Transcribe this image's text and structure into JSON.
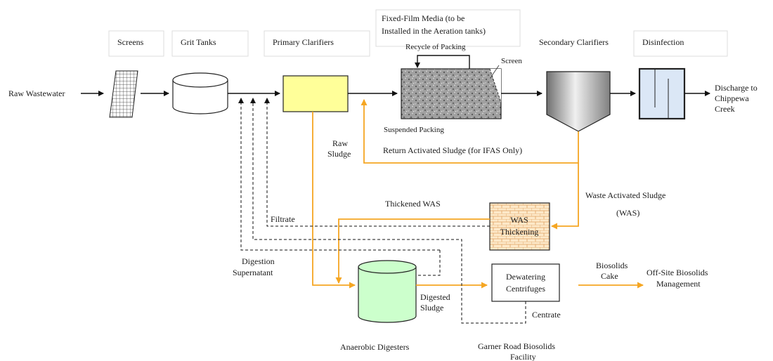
{
  "headers": {
    "screens": "Screens",
    "grit_tanks": "Grit Tanks",
    "primary_clarifiers": "Primary Clarifiers",
    "fixed_film_1": "Fixed-Film Media (to be",
    "fixed_film_2": "Installed in the Aeration tanks)",
    "secondary_clarifiers": "Secondary Clarifiers",
    "disinfection": "Disinfection"
  },
  "labels": {
    "raw_wastewater": "Raw Wastewater",
    "recycle_of_packing": "Recycle of Packing",
    "screen": "Screen",
    "suspended_packing": "Suspended Packing",
    "discharge_1": "Discharge    to",
    "discharge_2": "Chippewa",
    "discharge_3": "Creek",
    "raw_sludge_1": "Raw",
    "raw_sludge_2": "Sludge",
    "return_activated_sludge": "Return Activated Sludge (for IFAS Only)",
    "waste_activated_sludge_1": "Waste Activated Sludge",
    "waste_activated_sludge_2": "(WAS)",
    "thickened_was": "Thickened WAS",
    "filtrate": "Filtrate",
    "was_thickening_1": "WAS",
    "was_thickening_2": "Thickening",
    "digestion_supernatant_1": "Digestion",
    "digestion_supernatant_2": "Supernatant",
    "digested_sludge_1": "Digested",
    "digested_sludge_2": "Sludge",
    "dewatering_1": "Dewatering",
    "dewatering_2": "Centrifuges",
    "centrate": "Centrate",
    "biosolids_cake_1": "Biosolids",
    "biosolids_cake_2": "Cake",
    "offsite_1": "Off-Site Biosolids",
    "offsite_2": "Management",
    "anaerobic_digesters": "Anaerobic Digesters",
    "garner_1": "Garner Road Biosolids",
    "garner_2": "Facility"
  },
  "colors": {
    "primary_clarifier_fill": "#ffff99",
    "digester_fill": "#ccffcc",
    "orange_flow": "#f5a623",
    "was_thickening_fill": "#fde9c9"
  }
}
